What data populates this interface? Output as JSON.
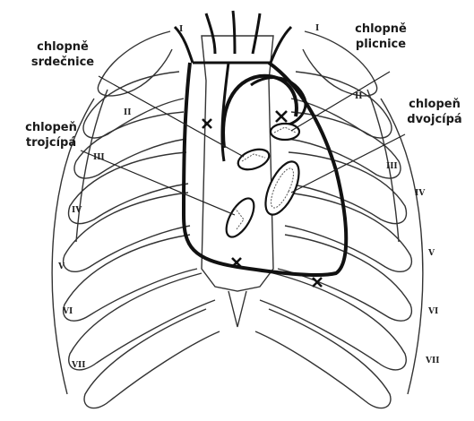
{
  "labels": {
    "aortic_valve": [
      "chlopně",
      "srdečnice"
    ],
    "pulmonary_valve": [
      "chlopně",
      "plicnice"
    ],
    "tricuspid_valve": [
      "chlopeň",
      "trojcípá"
    ],
    "mitral_valve": [
      "chlopeň",
      "dvojcípá"
    ]
  },
  "rib_numerals": {
    "left": [
      "I",
      "II",
      "III",
      "IV",
      "V",
      "VI",
      "VII"
    ],
    "right": [
      "I",
      "II",
      "III",
      "IV",
      "V",
      "VI",
      "VII"
    ]
  }
}
